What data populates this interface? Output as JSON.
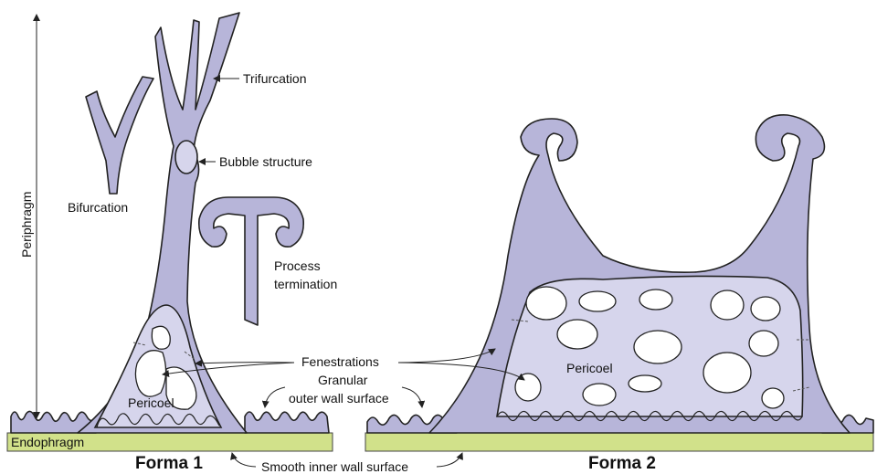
{
  "labels": {
    "periphragm": "Periphragm",
    "trifurcation": "Trifurcation",
    "bubble_structure": "Bubble structure",
    "bifurcation": "Bifurcation",
    "process_termination_line1": "Process",
    "process_termination_line2": "termination",
    "fenestrations": "Fenestrations",
    "granular_line1": "Granular",
    "granular_line2": "outer wall surface",
    "pericoel_1": "Pericoel",
    "pericoel_2": "Pericoel",
    "endophragm": "Endophragm",
    "forma_1": "Forma 1",
    "forma_2": "Forma 2",
    "smooth_inner": "Smooth inner wall surface"
  },
  "colors": {
    "periphragm_fill": "#b7b5d9",
    "pericoel_fill": "#d6d5ec",
    "endophragm_fill": "#d1e18a",
    "outline": "#222222"
  }
}
